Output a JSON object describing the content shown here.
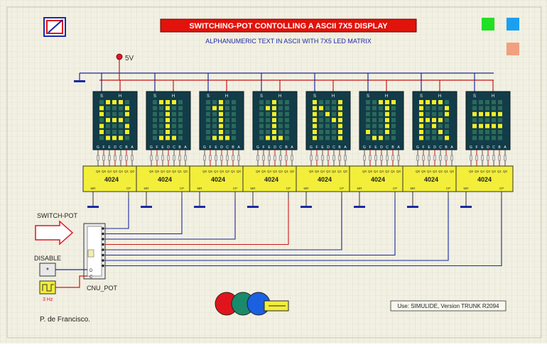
{
  "title": "SWITCHING-POT CONTOLLING A ASCII 7X5 DISPLAY",
  "subtitle": "ALPHANUMERIC TEXT IN ASCII WITH 7X5 LED MATRIX",
  "supply_label": "5V",
  "matrix_pins_top": [
    "S",
    "H"
  ],
  "matrix_pins_bottom": [
    "G",
    "F",
    "E",
    "D",
    "C",
    "B",
    "A"
  ],
  "ic_label": "4024",
  "ic_pins_top": [
    "Q6",
    "Q5",
    "Q4",
    "Q3",
    "Q2",
    "Q1",
    "Q0"
  ],
  "ic_pins_bottom_left": "MR",
  "ic_pins_bottom_right": "CP",
  "switch_pot_label": "SWITCH-POT",
  "disable_label": "DISABLE",
  "pot_component_label": "CNU_POT",
  "pot_pin_labels": [
    "D",
    "C"
  ],
  "clock_freq_label": "3 Hz",
  "author": "P. de Francisco.",
  "version_note": "Use: SIMULIDE,  Version TRUNK R2094",
  "displays": [
    {
      "char": "8"
    },
    {
      "char": "I"
    },
    {
      "char": "1"
    },
    {
      "char": "1"
    },
    {
      "char": "N"
    },
    {
      "char": "J"
    },
    {
      "char": "R"
    },
    {
      "char": "="
    }
  ],
  "colors": {
    "background": "#f2f0e2",
    "grid": "#d8d6c4",
    "title_bg": "#e0140c",
    "title_text": "#ffffff",
    "subtitle_text": "#1a2aa8",
    "matrix_body": "#123c48",
    "led_on": "#f2ee2a",
    "led_off": "#2a6a5a",
    "ic_body": "#f2ee3a",
    "wire_blue": "#1a2aa0",
    "wire_red": "#c81818",
    "supply_dot": "#e0142c",
    "legend_green": "#22e022",
    "legend_blue": "#1aa0f0",
    "legend_salmon": "#f0a080"
  }
}
